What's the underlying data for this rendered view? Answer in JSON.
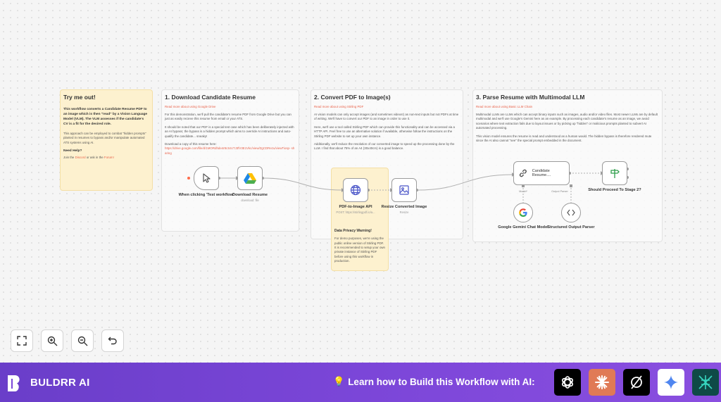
{
  "notes": {
    "try_me": {
      "title": "Try me out!",
      "p1": "This workflow converts a Candidate Resume PDF to an image which is then \"read\" by a Vision Language Model (VLM). The VLM assesses if the candidate's CV is a fit for the desired role.",
      "p2": "This approach can be employed to combat \"hidden prompts\" planted in resumes to bypass and/or manipulate automated ATS systems using AI.",
      "help_title": "Need Help?",
      "help_pre": "Join the",
      "help_discord": "Discord",
      "help_mid": "or ask in the",
      "help_forum": "Forum!"
    },
    "step1": {
      "title": "1. Download Candidate Resume",
      "link": "Read more about using Google Drive",
      "p1": "For this demonstration, we'll pull the candidate's resume PDF from Google Drive but you can just as easily recieve this resume from email or your ATS.",
      "p2": "It should be noted that our PDF is a special test case which has been deliberately injected with an AI bypass; the bypass is a hidden prompt which aims to override AI instructions and auto-qualify the candidate... sneaky!",
      "p3": "Download a copy of this resume here:",
      "url": "https://drive.google.com/file/d/1MORdhde4r8cS4cTJ3fV3E1Vkc/view/ZgCDRezu/viewTiosp- sharing"
    },
    "step2": {
      "title": "2. Convert PDF to Image(s)",
      "link": "Read more about using Stirling PDF",
      "p1": "AI vision models can only accept images (and sometimes videos!) as non-text inputs but not PDFs at time of writing. We'll have to convert our PDF to an image in order to use it.",
      "p2": "Here, we'll use a tool called Stirling PDF which can provide this functionality and can be accessed via a HTTP API. Feel free to use an alternative solution if available, otherwise follow the instructions on the Stirling PDF website to set up your own instance.",
      "p3": "Additionally, we'll reduce the resolution of our converted image to speed up the processing done by the LLM. I find that about 75% of an A4 (30x40cm) is a good balance."
    },
    "warning": {
      "title": "Data Privacy Warning!",
      "p1": "For demo purposes, we're using the public online version of Stirling PDF. It is recommended to setup your own private instance of Stirling PDF before using this workflow in production."
    },
    "step3": {
      "title": "3. Parse Resume with Multimodal LLM",
      "link": "Read more about using Basic LLM Chain",
      "p1": "Multimodal LLMs are LLMs which can accept binary inputs such as images, audio and/or video files. Most newer LLMs are by default multimodal and we'll use Google's Gemini here as an example. By processing each candidate's resume as an image, we avoid scenarios where text extraction fails due to layout issues or by picking up \"hidden\" or malicious prompts planted to subvert AI automated processing.",
      "p2": "This vision model ensures the resume is read and understood as a human would. The hidden bypass is therefore rendered mute since the AI also cannot \"see\" the special prompt embedded in the document."
    }
  },
  "nodes": {
    "trigger": {
      "label": "When clicking 'Test workflow'"
    },
    "download": {
      "label": "Download Resume",
      "sub": "download: file"
    },
    "pdf_api": {
      "label": "PDF-to-Image API",
      "sub": "POST: https://stirlingpdf.io/a..."
    },
    "resize": {
      "label": "Resize Converted Image",
      "sub": "Resize"
    },
    "candidate": {
      "label": "Candidate Resume...."
    },
    "proceed": {
      "label": "Should Proceed To Stage 2?"
    },
    "gemini": {
      "label": "Google Gemini Chat Model"
    },
    "parser": {
      "label": "Structured Output Parser"
    },
    "ports": {
      "model": "Model*",
      "parser": "Output Parser"
    }
  },
  "footer": {
    "brand": "BULDRR AI",
    "cta_emoji": "💡",
    "cta": "Learn how to Build this Workflow with AI:",
    "ai_icons": [
      "chatgpt-icon",
      "claude-icon",
      "perplexity-icon",
      "gemini-icon",
      "deepseek-icon"
    ]
  },
  "colors": {
    "accent": "#e8624a",
    "footer": "#7b46d8",
    "sticky": "#fdf1cf"
  }
}
